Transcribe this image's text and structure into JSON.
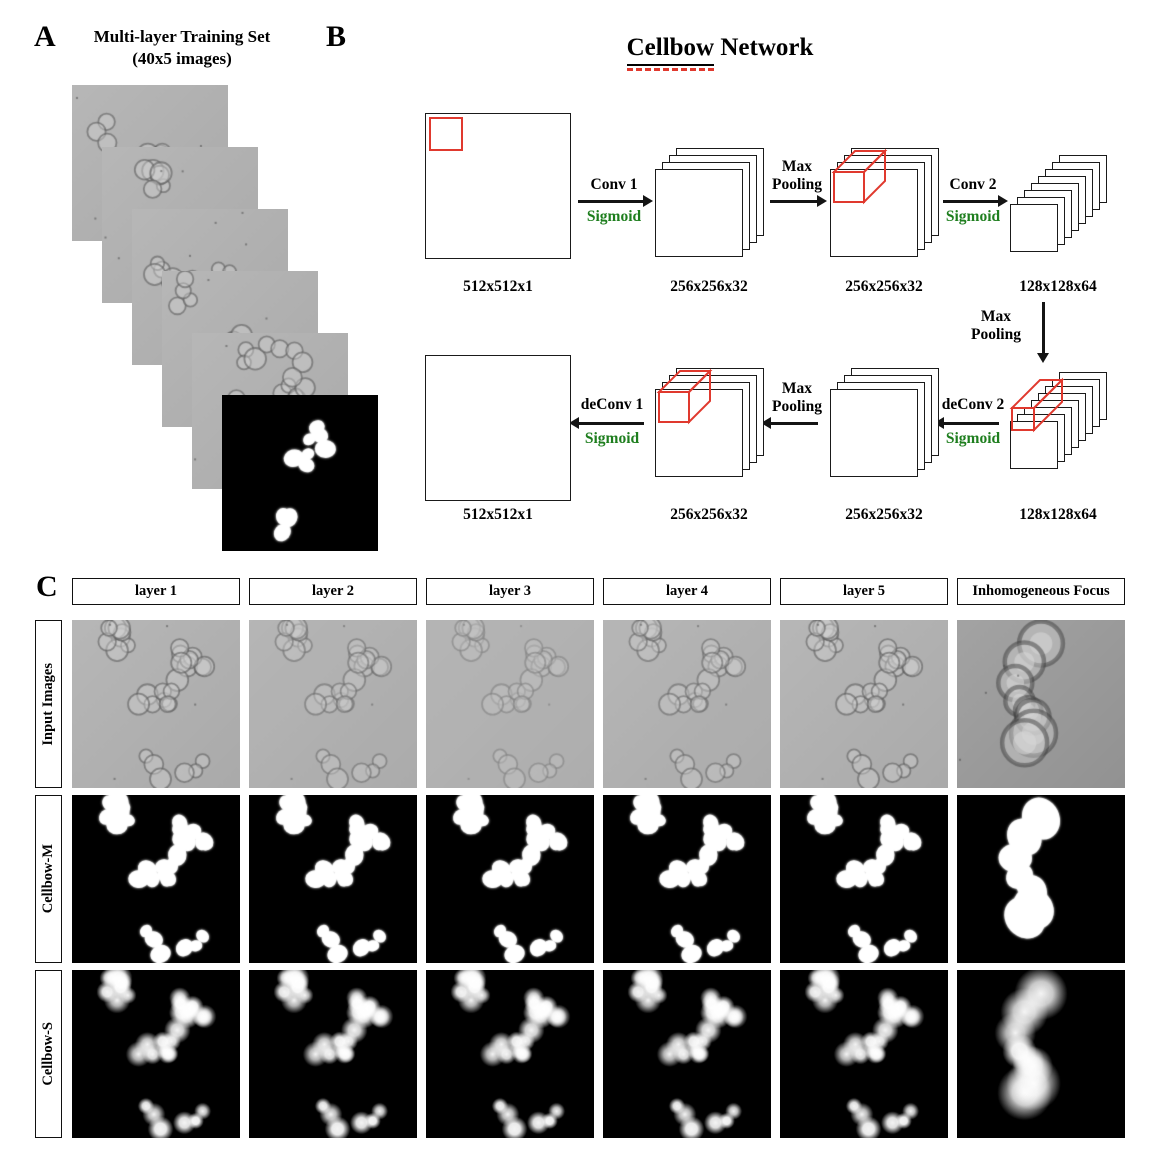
{
  "panelA": {
    "label": "A",
    "title_line1": "Multi-layer Training Set",
    "title_line2": "(40x5 images)"
  },
  "panelB": {
    "label": "B",
    "title_underlined": "Cellbow",
    "title_rest": "Network",
    "row1": {
      "step1_op": "Conv 1",
      "step1_act": "Sigmoid",
      "step2_op": "Max Pooling",
      "step3_op": "Conv 2",
      "step3_act": "Sigmoid",
      "sizes": [
        "512x512x1",
        "256x256x32",
        "256x256x32",
        "128x128x64"
      ]
    },
    "down_op": "Max Pooling",
    "row2": {
      "step1_op": "deConv 1",
      "step1_act": "Sigmoid",
      "step2_op": "Max Pooling",
      "step3_op": "deConv 2",
      "step3_act": "Sigmoid",
      "sizes": [
        "512x512x1",
        "256x256x32",
        "256x256x32",
        "128x128x64"
      ]
    },
    "colors": {
      "sigmoid_green": "#1e7e1e",
      "highlight_red": "#e0392e"
    }
  },
  "panelC": {
    "label": "C",
    "column_headers": [
      "layer 1",
      "layer 2",
      "layer 3",
      "layer 4",
      "layer 5",
      "Inhomogeneous Focus"
    ],
    "row_labels": [
      "Input Images",
      "Cellbow-M",
      "Cellbow-S"
    ]
  }
}
